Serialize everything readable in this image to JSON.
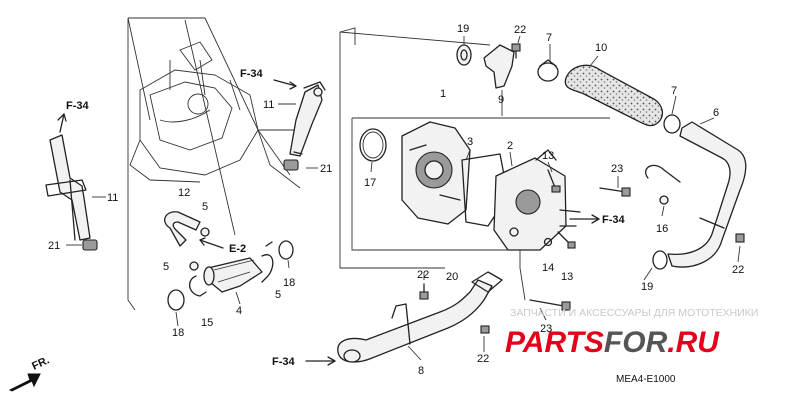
{
  "refs": {
    "f34_engine": "F-34",
    "f34_left": "F-34",
    "f34_right": "F-34",
    "f34_bottom": "F-34",
    "e2": "E-2"
  },
  "callouts": {
    "n1": "1",
    "n2": "2",
    "n3": "3",
    "n4": "4",
    "n5a": "5",
    "n5b": "5",
    "n5c": "5",
    "n6": "6",
    "n7a": "7",
    "n7b": "7",
    "n8": "8",
    "n9": "9",
    "n10": "10",
    "n11a": "11",
    "n11b": "11",
    "n12": "12",
    "n13a": "13",
    "n13b": "13",
    "n14": "14",
    "n15": "15",
    "n16": "16",
    "n17": "17",
    "n18a": "18",
    "n18b": "18",
    "n19a": "19",
    "n19b": "19",
    "n20": "20",
    "n21a": "21",
    "n21b": "21",
    "n22a": "22",
    "n22b": "22",
    "n22c": "22",
    "n22d": "22",
    "n23a": "23",
    "n23b": "23"
  },
  "direction": "FR.",
  "diagram_code": "MEA4-E1000",
  "watermark": {
    "caption": "ЗАПЧАСТИ И АКСЕССУАРЫ ДЛЯ МОТОТЕХНИКИ",
    "logo_a": "PARTS",
    "logo_b": "FOR",
    "logo_c": ".RU"
  },
  "colors": {
    "logo_red": "#e3001b",
    "logo_dark": "#555555",
    "ink": "#222222"
  }
}
